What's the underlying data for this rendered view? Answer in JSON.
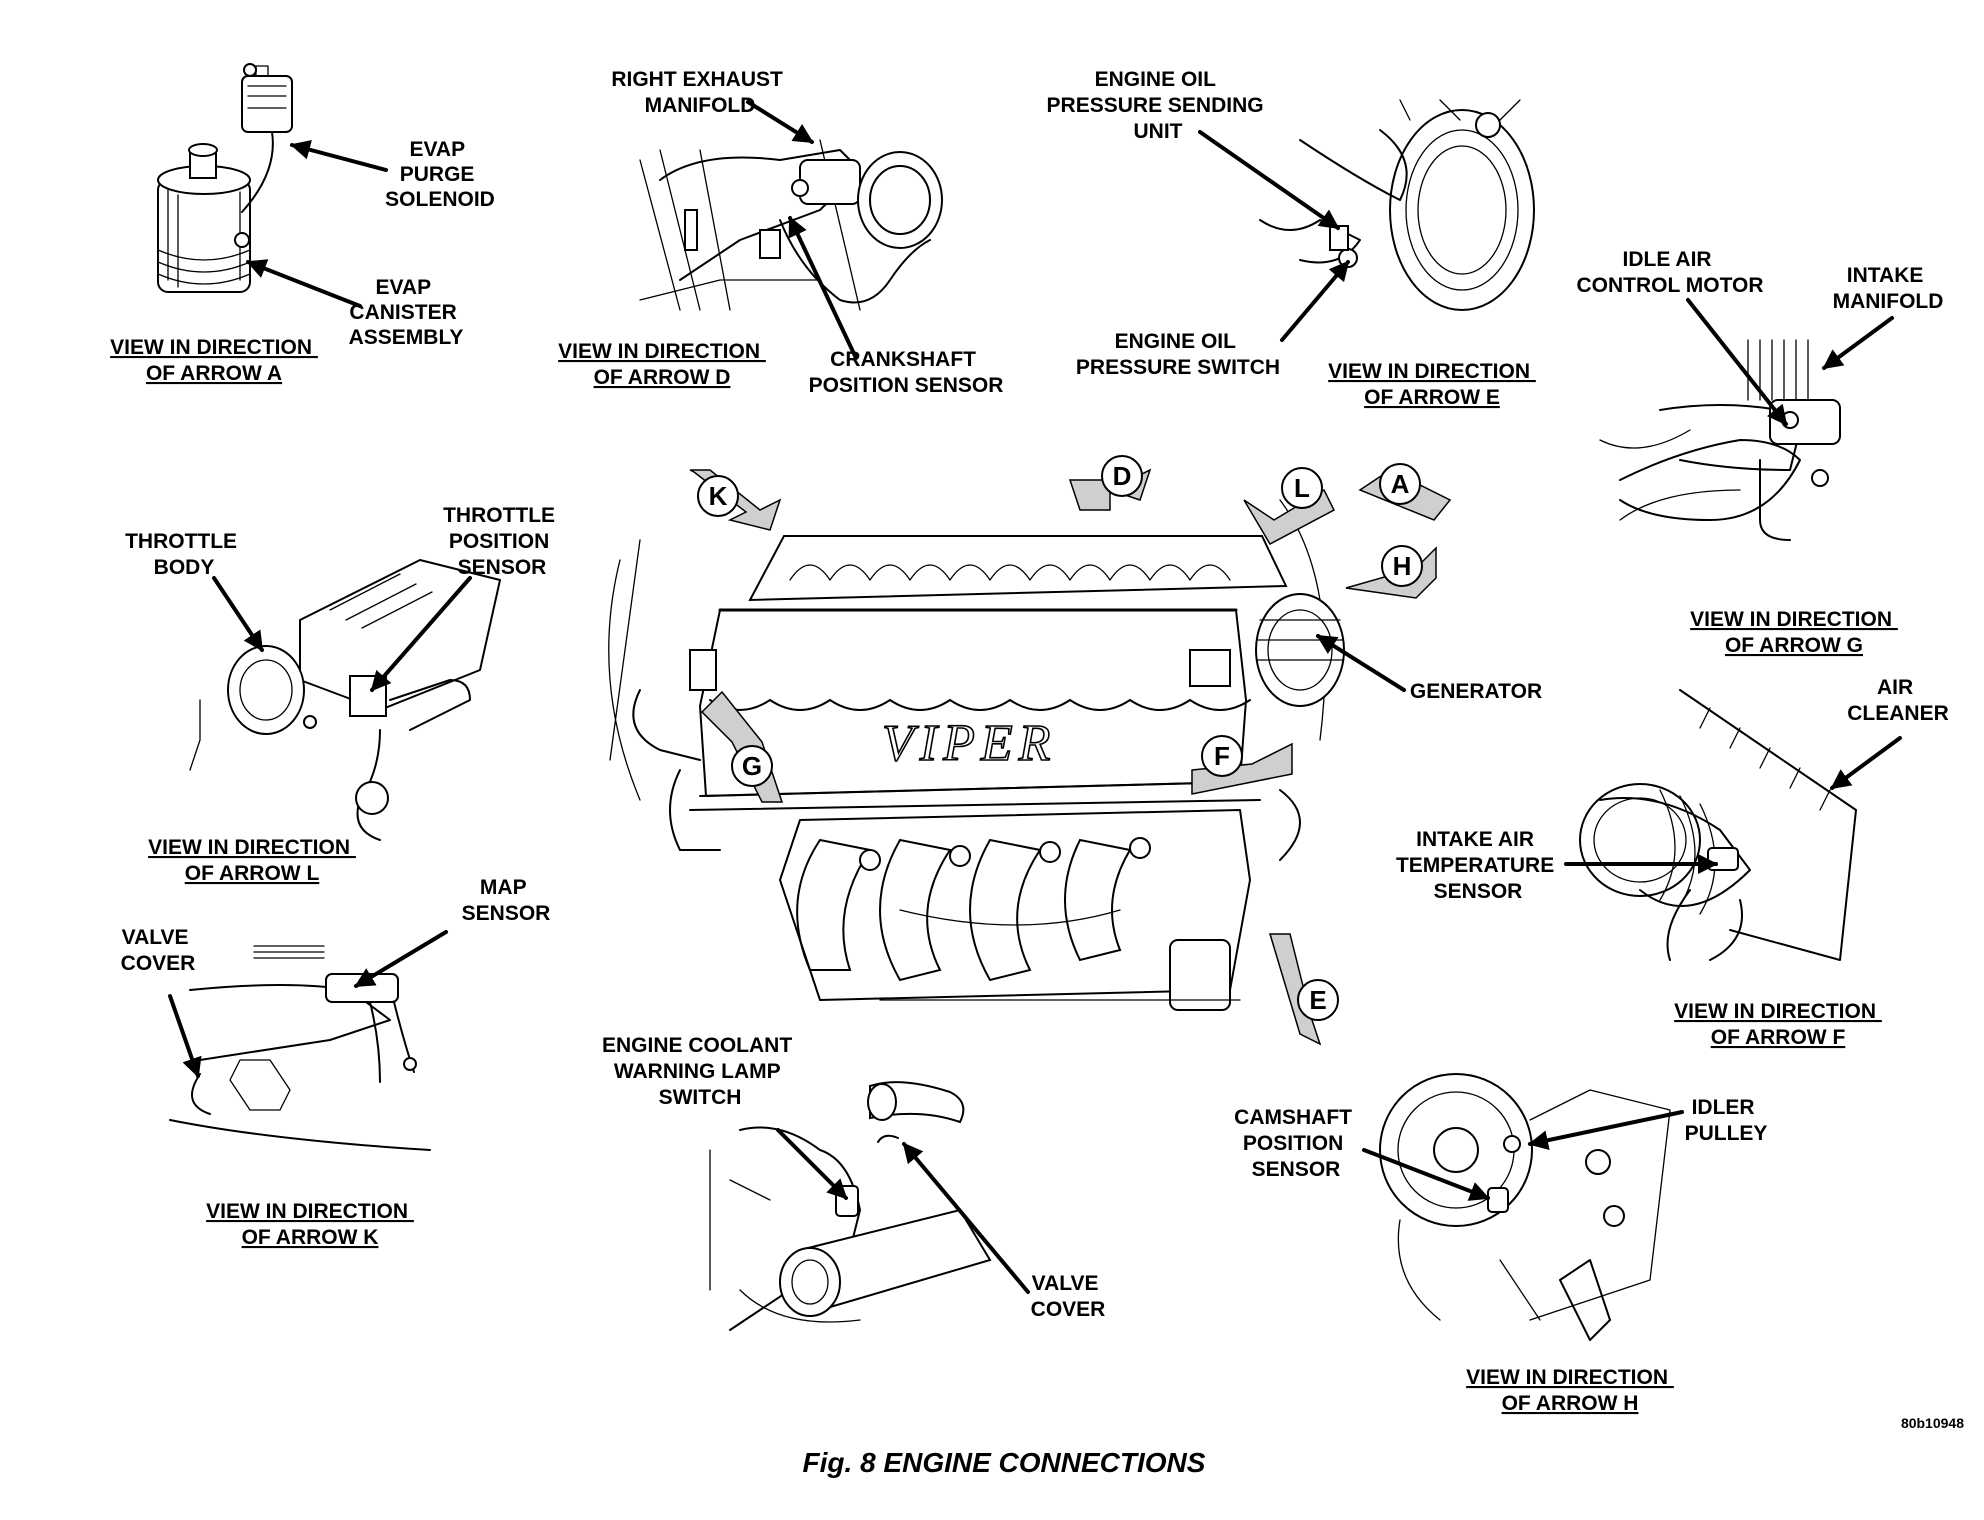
{
  "figure": {
    "caption": "Fig. 8 ENGINE CONNECTIONS",
    "code": "80b10948",
    "brand_mark": "VIPER"
  },
  "direction_arrows": [
    "K",
    "D",
    "L",
    "A",
    "H",
    "G",
    "F",
    "E"
  ],
  "views": {
    "a": {
      "view_line1": "VIEW IN DIRECTION",
      "view_line2": "OF ARROW A",
      "labels": [
        [
          "EVAP",
          "PURGE",
          "SOLENOID"
        ],
        [
          "EVAP",
          "CANISTER",
          "ASSEMBLY"
        ]
      ]
    },
    "d": {
      "view_line1": "VIEW IN DIRECTION",
      "view_line2": "OF ARROW D",
      "labels": [
        [
          "RIGHT EXHAUST",
          "MANIFOLD"
        ],
        [
          "CRANKSHAFT",
          "POSITION SENSOR"
        ]
      ]
    },
    "e": {
      "view_line1": "VIEW IN DIRECTION",
      "view_line2": "OF ARROW E",
      "labels": [
        [
          "ENGINE OIL",
          "PRESSURE SENDING",
          "UNIT"
        ],
        [
          "ENGINE OIL",
          "PRESSURE SWITCH"
        ]
      ]
    },
    "g": {
      "view_line1": "VIEW IN DIRECTION",
      "view_line2": "OF ARROW G",
      "labels": [
        [
          "IDLE AIR",
          "CONTROL MOTOR"
        ],
        [
          "INTAKE",
          "MANIFOLD"
        ]
      ]
    },
    "l": {
      "view_line1": "VIEW IN DIRECTION",
      "view_line2": "OF ARROW L",
      "labels": [
        [
          "THROTTLE",
          "BODY"
        ],
        [
          "THROTTLE",
          "POSITION",
          "SENSOR"
        ]
      ]
    },
    "main": {
      "labels": [
        [
          "GENERATOR"
        ]
      ]
    },
    "f": {
      "view_line1": "VIEW IN DIRECTION",
      "view_line2": "OF ARROW F",
      "labels": [
        [
          "AIR",
          "CLEANER"
        ],
        [
          "INTAKE AIR",
          "TEMPERATURE",
          "SENSOR"
        ]
      ]
    },
    "k": {
      "view_line1": "VIEW IN DIRECTION",
      "view_line2": "OF ARROW K",
      "labels": [
        [
          "MAP",
          "SENSOR"
        ],
        [
          "VALVE",
          "COVER"
        ]
      ]
    },
    "coolant": {
      "labels": [
        [
          "ENGINE COOLANT",
          "WARNING LAMP",
          "SWITCH"
        ],
        [
          "VALVE",
          "COVER"
        ]
      ]
    },
    "h": {
      "view_line1": "VIEW IN DIRECTION",
      "view_line2": "OF ARROW H",
      "labels": [
        [
          "CAMSHAFT",
          "POSITION",
          "SENSOR"
        ],
        [
          "IDLER",
          "PULLEY"
        ]
      ]
    }
  }
}
